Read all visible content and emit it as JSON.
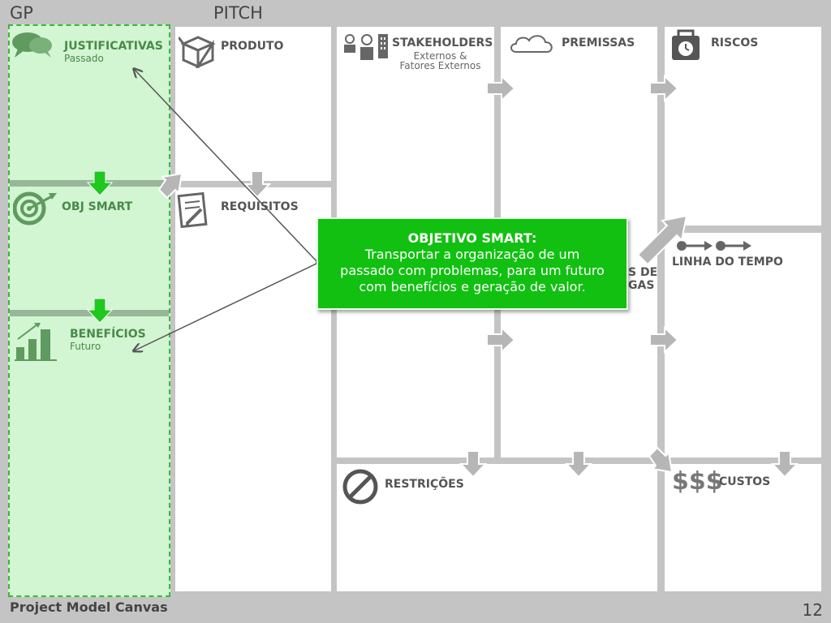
{
  "header": {
    "gp": "GP",
    "pitch": "PITCH"
  },
  "gp_column": {
    "justificativas": {
      "title": "JUSTIFICATIVAS",
      "sub": "Passado"
    },
    "obj_smart": {
      "title": "OBJ SMART"
    },
    "beneficios": {
      "title": "BENEFÍCIOS",
      "sub": "Futuro"
    }
  },
  "pitch_column": {
    "produto": {
      "title": "PRODUTO"
    },
    "requisitos": {
      "title": "REQUISITOS"
    }
  },
  "stakeholders": {
    "title": "STAKEHOLDERS",
    "sub1": "Externos &",
    "sub2": "Fatores Externos"
  },
  "premissas": {
    "title": "PREMISSAS"
  },
  "riscos": {
    "title": "RISCOS"
  },
  "linha_do_tempo": {
    "title": "LINHA DO TEMPO"
  },
  "entregas_fragment": {
    "line1": "S DE",
    "line2": "GAS"
  },
  "restricoes": {
    "title": "RESTRIÇÕES"
  },
  "custos": {
    "title": "CUSTOS",
    "icon_text": "$$$"
  },
  "popup": {
    "heading": "OBJETIVO SMART:",
    "line1": "Transportar a organização de um",
    "line2": "passado com problemas, para um futuro",
    "line3": "com benefícios e geração de valor."
  },
  "footer": {
    "left": "Project Model Canvas",
    "page_number": "12"
  },
  "colors": {
    "background": "#c4c4c4",
    "gp_fill": "#d2f5d2",
    "gp_border": "#38b838",
    "popup_fill": "#11c011",
    "flow_arrow_gray": "#b6b6b6",
    "flow_arrow_green": "#1ec81e",
    "text_gray": "#555555",
    "text_green": "#4a8a4a"
  }
}
